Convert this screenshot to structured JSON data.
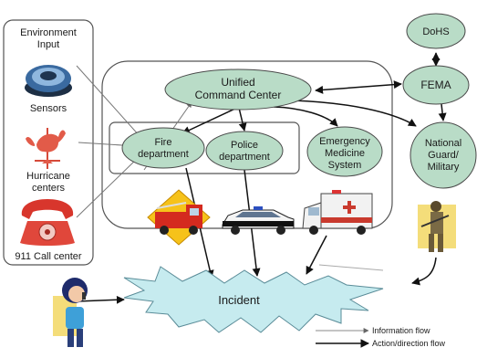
{
  "environment": {
    "title_line1": "Environment",
    "title_line2": "Input",
    "sensors_label": "Sensors",
    "hurricane_line1": "Hurricane",
    "hurricane_line2": "centers",
    "call_center_label": "911 Call center"
  },
  "nodes": {
    "dohs": "DoHS",
    "fema": "FEMA",
    "ucc_line1": "Unified",
    "ucc_line2": "Command Center",
    "fire_line1": "Fire",
    "fire_line2": "department",
    "police_line1": "Police",
    "police_line2": "department",
    "ems_line1": "Emergency",
    "ems_line2": "Medicine",
    "ems_line3": "System",
    "guard_line1": "National",
    "guard_line2": "Guard/",
    "guard_line3": "Military",
    "incident": "Incident"
  },
  "legend": {
    "information_flow": "Information flow",
    "action_flow": "Action/direction flow"
  },
  "colors": {
    "ellipse_fill": "#b9dcc7",
    "ellipse_stroke": "#4a4a4a",
    "incident_fill": "#c6ebef",
    "fire_truck": "#d42a1f",
    "box_stroke": "#555555"
  }
}
